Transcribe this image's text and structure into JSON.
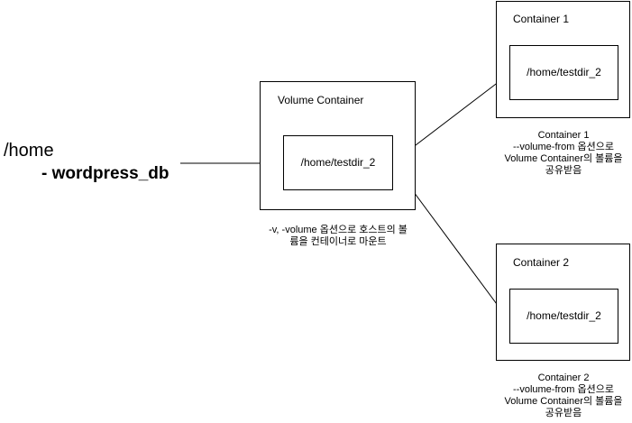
{
  "host": {
    "path": "/home",
    "child": "- wordpress_db"
  },
  "volume_container": {
    "title": "Volume Container",
    "inner": "/home/testdir_2",
    "caption_line1": "-v, -volume 옵션으로 호스트의 볼",
    "caption_line2": "륨을 컨테이너로 마운트"
  },
  "container1": {
    "title": "Container 1",
    "inner": "/home/testdir_2",
    "caption": [
      "Container 1",
      "--volume-from 옵션으로",
      "Volume Container의 볼륨을",
      "공유받음"
    ]
  },
  "container2": {
    "title": "Container 2",
    "inner": "/home/testdir_2",
    "caption": [
      "Container 2",
      "--volume-from 옵션으로",
      "Volume Container의 볼륨을",
      "공유받음"
    ]
  }
}
